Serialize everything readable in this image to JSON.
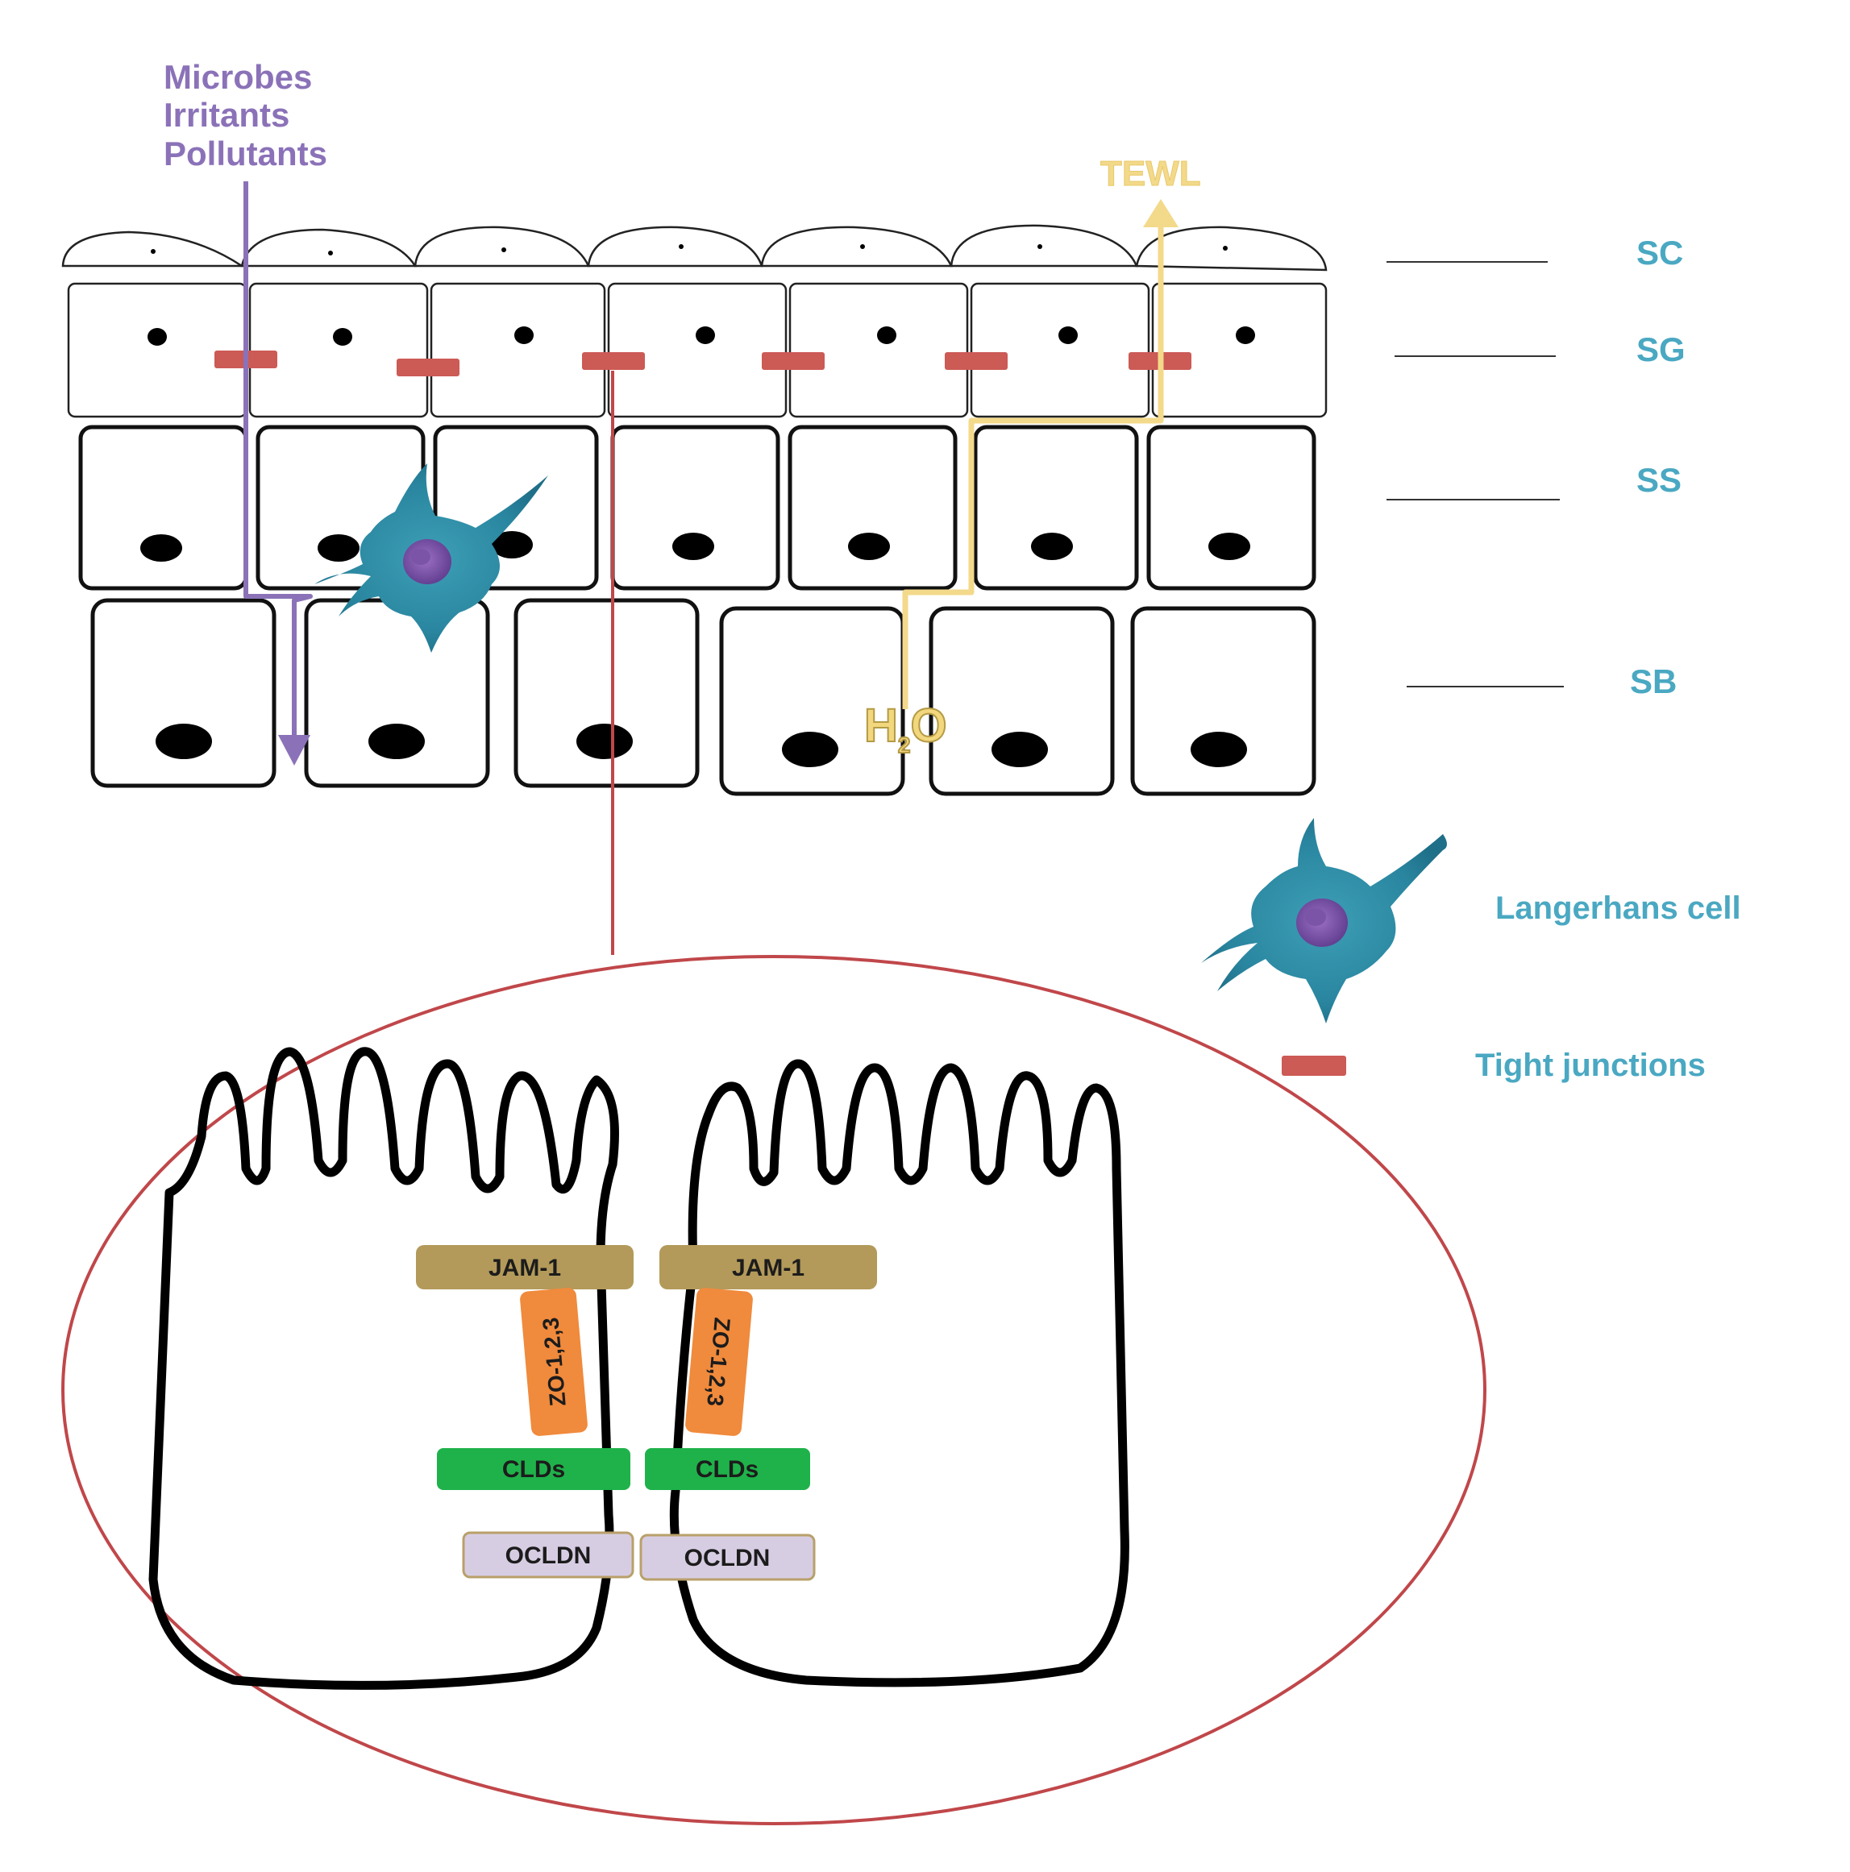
{
  "inputs_label": [
    "Microbes",
    "Irritants",
    "Pollutants"
  ],
  "tewl_label": "TEWL",
  "water_label": {
    "main": "H",
    "sub": "2",
    "tail": "O"
  },
  "layers": [
    "SC",
    "SG",
    "SS",
    "SB"
  ],
  "legend": {
    "langerhans": "Langerhans cell",
    "tight_junctions": "Tight junctions"
  },
  "zoom": {
    "left": [
      "JAM-1",
      "ZO-1,2,3",
      "CLDs",
      "OCLDN"
    ],
    "right": [
      "JAM-1",
      "ZO-1,2,3",
      "CLDs",
      "OCLDN"
    ]
  },
  "colors": {
    "purple_path": "#8b72b8",
    "tewl_path": "#f3d98a",
    "layer_text": "#4aa8c2",
    "tight_junction": "#cc5a55",
    "zoom_circle": "#c0474a",
    "jam": "#b39a5a",
    "zo": "#f08a3c",
    "cld": "#1fb24a",
    "ocldn": "#d7cde3"
  }
}
